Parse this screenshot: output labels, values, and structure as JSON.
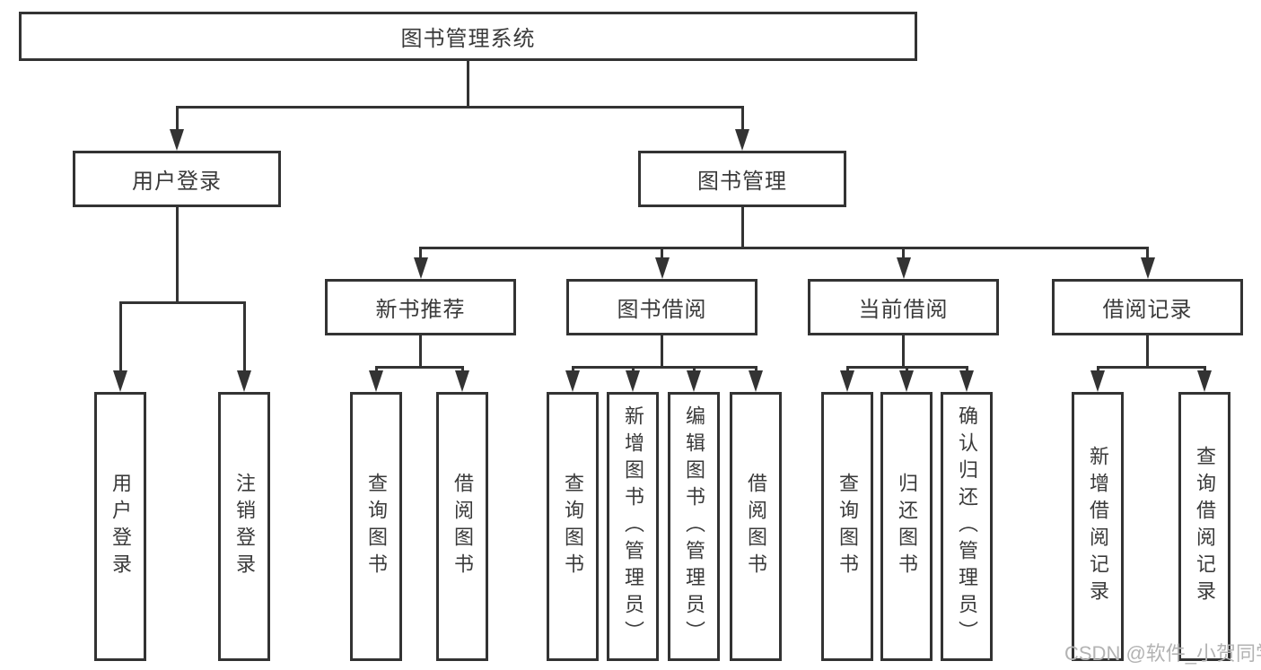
{
  "tree": {
    "label": "图书管理系统",
    "children": [
      {
        "label": "用户登录",
        "children": [
          {
            "label": "用户登录"
          },
          {
            "label": "注销登录"
          }
        ]
      },
      {
        "label": "图书管理",
        "children": [
          {
            "label": "新书推荐",
            "children": [
              {
                "label": "查询图书"
              },
              {
                "label": "借阅图书"
              }
            ]
          },
          {
            "label": "图书借阅",
            "children": [
              {
                "label": "查询图书"
              },
              {
                "label": "新增图书（管理员）"
              },
              {
                "label": "编辑图书（管理员）"
              },
              {
                "label": "借阅图书"
              }
            ]
          },
          {
            "label": "当前借阅",
            "children": [
              {
                "label": "查询图书"
              },
              {
                "label": "归还图书"
              },
              {
                "label": "确认归还（管理员）"
              }
            ]
          },
          {
            "label": "借阅记录",
            "children": [
              {
                "label": "新增借阅记录"
              },
              {
                "label": "查询借阅记录"
              }
            ]
          }
        ]
      }
    ]
  },
  "watermark": {
    "text": "CSDN @软件_小贺同学"
  },
  "colors": {
    "line": "#333333",
    "text": "#3a3a3a",
    "watermark_text": "#b3b3b3",
    "background": "#ffffff"
  }
}
